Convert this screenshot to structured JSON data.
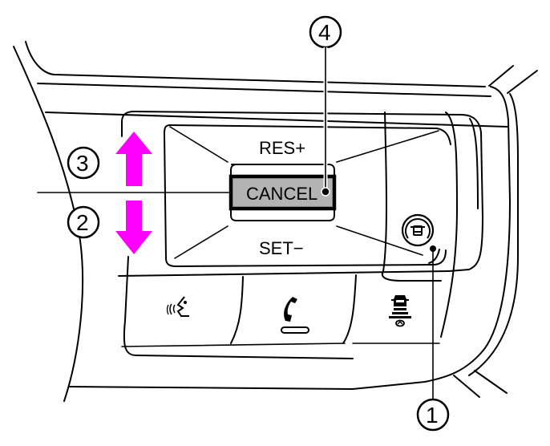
{
  "diagram": {
    "title": "Steering wheel cruise control switches",
    "colors": {
      "arrow": "#ff00ff",
      "cancel_fill": "#b3b3b3",
      "line": "#000000"
    },
    "switch_labels": {
      "res_plus": "RES+",
      "cancel": "CANCEL",
      "set_minus": "SET−"
    },
    "callouts": [
      {
        "id": "1",
        "label": "1",
        "target": "cruise-control-main-switch"
      },
      {
        "id": "2",
        "label": "2",
        "target": "set-minus-direction"
      },
      {
        "id": "3",
        "label": "3",
        "target": "res-plus-direction"
      },
      {
        "id": "4",
        "label": "4",
        "target": "cancel-switch"
      }
    ],
    "arrows": [
      {
        "direction": "up",
        "meaning": "RES+"
      },
      {
        "direction": "down",
        "meaning": "SET-"
      }
    ],
    "icons": [
      "cruise-control-main-switch-icon",
      "voice-recognition-icon",
      "phone-hang-up-icon",
      "distance-control-icon"
    ]
  }
}
